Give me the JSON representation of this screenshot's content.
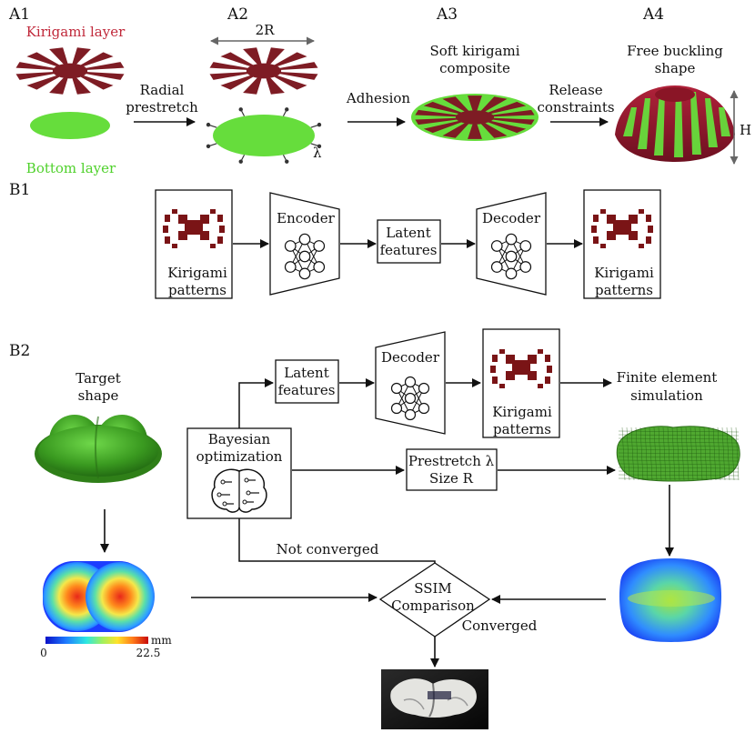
{
  "panels": {
    "a1": "A1",
    "a2": "A2",
    "a3": "A3",
    "a4": "A4",
    "b1": "B1",
    "b2": "B2"
  },
  "a1": {
    "kirigami_layer": "Kirigami layer",
    "bottom_layer": "Bottom layer"
  },
  "a2": {
    "dimension": "2R",
    "lambda": "λ"
  },
  "arrows": {
    "radial_line1": "Radial",
    "radial_line2": "prestretch",
    "adhesion": "Adhesion",
    "release_line1": "Release",
    "release_line2": "constraints"
  },
  "a3": {
    "line1": "Soft kirigami",
    "line2": "composite"
  },
  "a4": {
    "line1": "Free buckling",
    "line2": "shape",
    "height": "H"
  },
  "b1": {
    "input_line1": "Kirigami",
    "input_line2": "patterns",
    "encoder": "Encoder",
    "latent_line1": "Latent",
    "latent_line2": "features",
    "decoder": "Decoder",
    "output_line1": "Kirigami",
    "output_line2": "patterns"
  },
  "b2": {
    "target_line1": "Target",
    "target_line2": "shape",
    "latent_line1": "Latent",
    "latent_line2": "features",
    "decoder": "Decoder",
    "kirigami_line1": "Kirigami",
    "kirigami_line2": "patterns",
    "fe_line1": "Finite element",
    "fe_line2": "simulation",
    "bayes_line1": "Bayesian",
    "bayes_line2": "optimization",
    "prestretch_line1": "Prestretch λ",
    "prestretch_line2": "Size R",
    "not_converged": "Not converged",
    "ssim_line1": "SSIM",
    "ssim_line2": "Comparison",
    "converged": "Converged",
    "colorbar_unit": "mm",
    "colorbar_min": "0",
    "colorbar_max": "22.5"
  },
  "colors": {
    "kirigami": "#7e1c24",
    "kirigami_label": "#c0283a",
    "green": "#66dd3c",
    "green_label": "#4fd12b",
    "shape_green": "#3f9e22"
  }
}
